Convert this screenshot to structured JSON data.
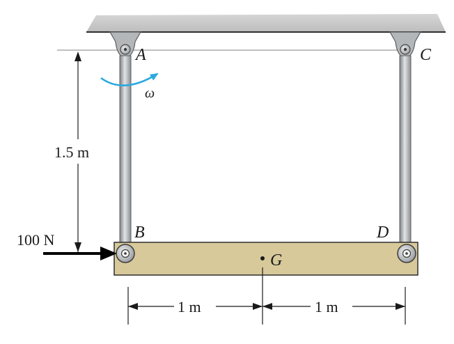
{
  "labels": {
    "point_a": "A",
    "point_b": "B",
    "point_c": "C",
    "point_d": "D",
    "point_g": "G",
    "omega": "ω",
    "height": "1.5 m",
    "force": "100 N",
    "width_left": "1 m",
    "width_right": "1 m"
  },
  "colors": {
    "ceiling": "#c9c9c9",
    "rod": "#a9abad",
    "plate": "#d7c99a",
    "omega_arrow": "#2aa8e0",
    "force_arrow": "#000000"
  },
  "icons": {
    "pin_support": "pin-support-icon",
    "pin_joint": "pin-joint-icon"
  }
}
